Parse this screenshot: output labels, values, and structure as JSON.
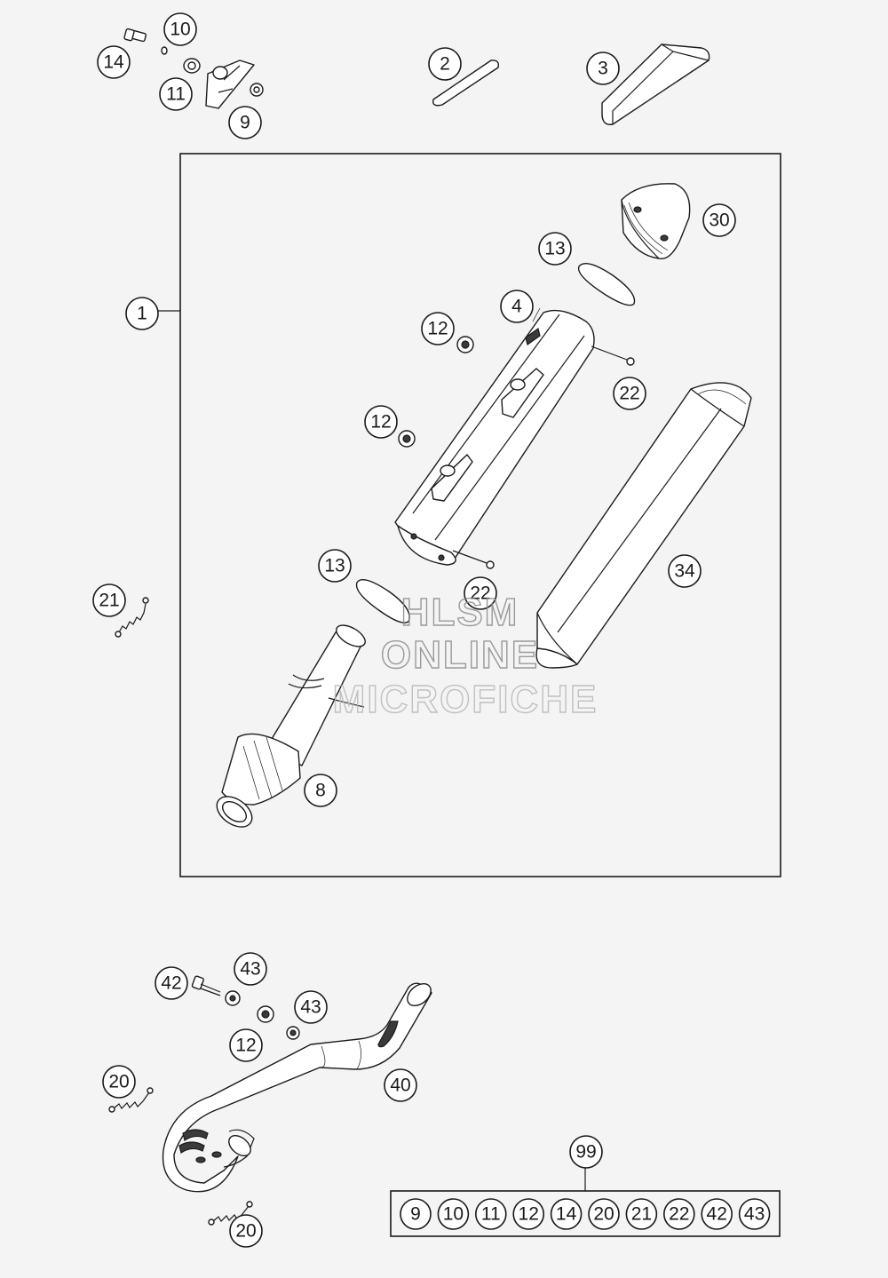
{
  "watermark": {
    "line1": "HLSM",
    "line2": "ONLINE",
    "line3": "MICROFICHE"
  },
  "callouts": {
    "c14": "14",
    "c10": "10",
    "c11": "11",
    "c9": "9",
    "c2": "2",
    "c3": "3",
    "c1": "1",
    "c30": "30",
    "c13a": "13",
    "c4": "4",
    "c12a": "12",
    "c22a": "22",
    "c12b": "12",
    "c34": "34",
    "c13b": "13",
    "c22b": "22",
    "c21": "21",
    "c8": "8",
    "c42": "42",
    "c43a": "43",
    "c43b": "43",
    "c12c": "12",
    "c40": "40",
    "c20a": "20",
    "c20b": "20",
    "c99": "99"
  },
  "kit_99": [
    "9",
    "10",
    "11",
    "12",
    "14",
    "20",
    "21",
    "22",
    "42",
    "43"
  ]
}
